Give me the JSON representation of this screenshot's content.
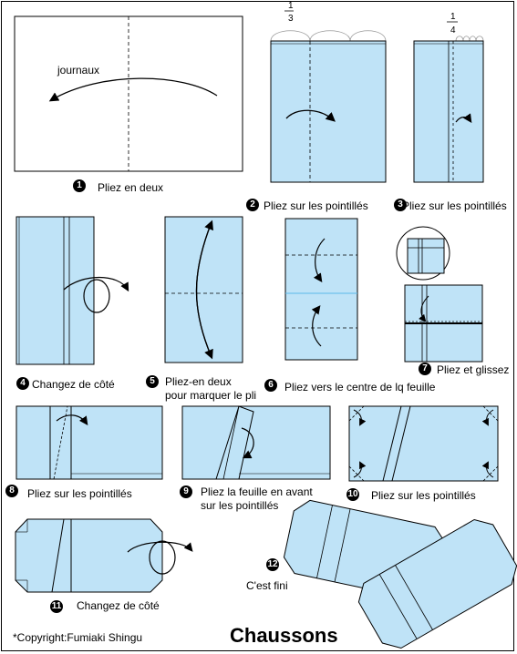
{
  "title": "Chaussons",
  "copyright": "*Copyright:Fumiaki Shingu",
  "fractions": {
    "third": {
      "num": "1",
      "den": "3"
    },
    "quarter": {
      "num": "1",
      "den": "4"
    }
  },
  "label_journaux": "journaux",
  "steps": [
    {
      "n": "1",
      "caption": "Pliez en deux"
    },
    {
      "n": "2",
      "caption": "Pliez sur les pointillés"
    },
    {
      "n": "3",
      "caption": "Pliez sur les pointillés"
    },
    {
      "n": "4",
      "caption": "Changez de côté"
    },
    {
      "n": "5",
      "caption": "Pliez-en deux",
      "caption2": "pour marquer le pli"
    },
    {
      "n": "6",
      "caption": "Pliez vers le centre de lq feuille"
    },
    {
      "n": "7",
      "caption": "Pliez et glissez"
    },
    {
      "n": "8",
      "caption": "Pliez sur les pointillés"
    },
    {
      "n": "9",
      "caption": "Pliez la feuille en avant",
      "caption2": "sur les pointillés"
    },
    {
      "n": "10",
      "caption": "Pliez sur les pointillés"
    },
    {
      "n": "11",
      "caption": "Changez de côté"
    },
    {
      "n": "12",
      "caption": "C'est fini"
    }
  ],
  "colors": {
    "paper": "#bfe3f7",
    "line": "#000000"
  }
}
